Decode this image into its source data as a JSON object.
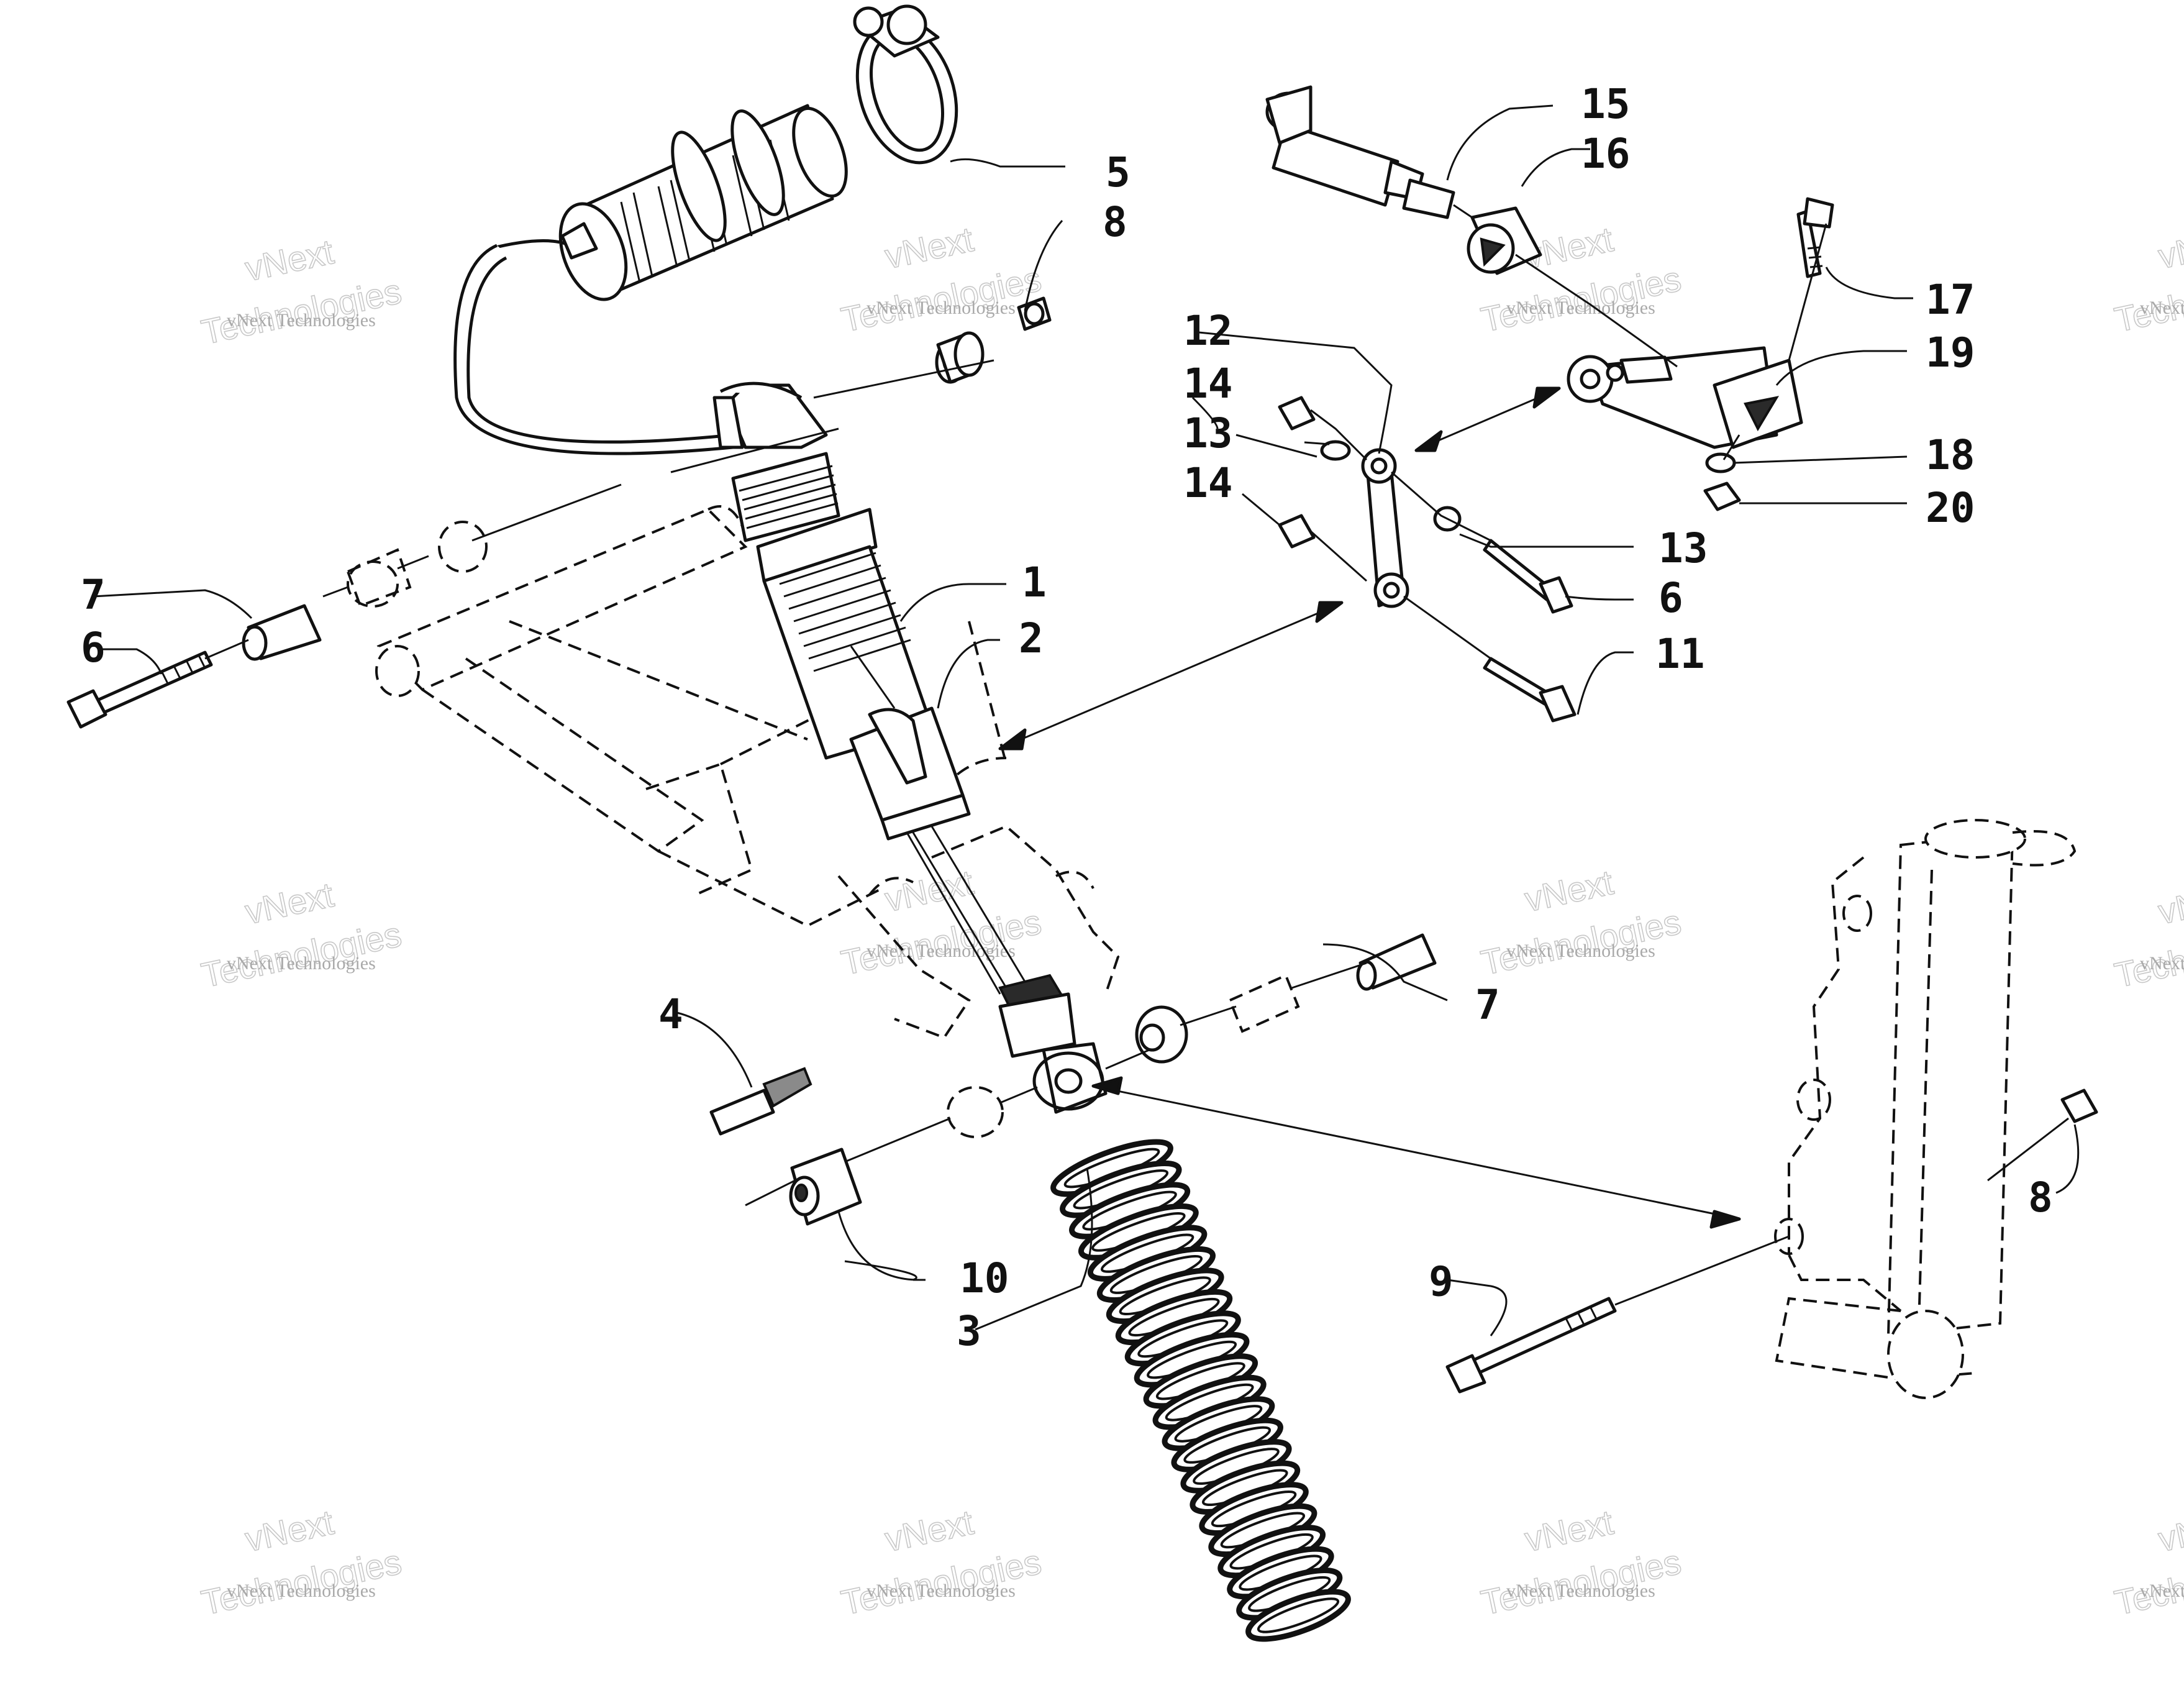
{
  "diagram": {
    "callouts": [
      {
        "id": "c1",
        "label": "1"
      },
      {
        "id": "c2",
        "label": "2"
      },
      {
        "id": "c3",
        "label": "3"
      },
      {
        "id": "c4",
        "label": "4"
      },
      {
        "id": "c5",
        "label": "5"
      },
      {
        "id": "c6a",
        "label": "6"
      },
      {
        "id": "c6b",
        "label": "6"
      },
      {
        "id": "c7a",
        "label": "7"
      },
      {
        "id": "c7b",
        "label": "7"
      },
      {
        "id": "c8a",
        "label": "8"
      },
      {
        "id": "c8b",
        "label": "8"
      },
      {
        "id": "c9",
        "label": "9"
      },
      {
        "id": "c10",
        "label": "10"
      },
      {
        "id": "c11",
        "label": "11"
      },
      {
        "id": "c12",
        "label": "12"
      },
      {
        "id": "c13a",
        "label": "13"
      },
      {
        "id": "c13b",
        "label": "13"
      },
      {
        "id": "c14a",
        "label": "14"
      },
      {
        "id": "c14b",
        "label": "14"
      },
      {
        "id": "c15",
        "label": "15"
      },
      {
        "id": "c16",
        "label": "16"
      },
      {
        "id": "c17",
        "label": "17"
      },
      {
        "id": "c18",
        "label": "18"
      },
      {
        "id": "c19",
        "label": "19"
      },
      {
        "id": "c20",
        "label": "20"
      }
    ]
  },
  "watermark": {
    "small": "vNext Technologies",
    "big_line1": "vNext",
    "big_line2": "Technologies",
    "color": "#c8c8c8"
  }
}
